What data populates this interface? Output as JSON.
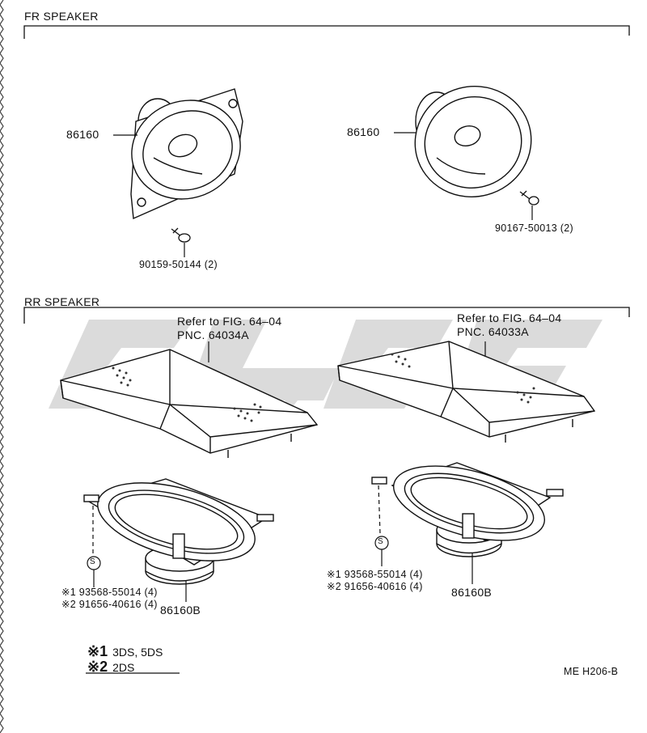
{
  "sections": {
    "front": {
      "title": "FR SPEAKER"
    },
    "rear": {
      "title": "RR SPEAKER"
    }
  },
  "front_left": {
    "part_number": "86160",
    "screw_part": "90159-50144 (2)"
  },
  "front_right": {
    "part_number": "86160",
    "screw_part": "90167-50013 (2)"
  },
  "rear_left": {
    "ref_line1": "Refer to FIG. 64–04",
    "ref_line2": "PNC. 64034A",
    "s_symbol": "S",
    "note1": "※1 93568-55014 (4)",
    "note2": "※2 91656-40616 (4)",
    "part_number": "86160B"
  },
  "rear_right": {
    "ref_line1": "Refer to FIG. 64–04",
    "ref_line2": "PNC. 64033A",
    "s_symbol": "S",
    "note1": "※1 93568-55014 (4)",
    "note2": "※2 91656-40616 (4)",
    "part_number": "86160B"
  },
  "legend": {
    "item1_mark": "※1",
    "item1_text": "3DS, 5DS",
    "item2_mark": "※2",
    "item2_text": "2DS"
  },
  "figure_code": "ME H206-B"
}
